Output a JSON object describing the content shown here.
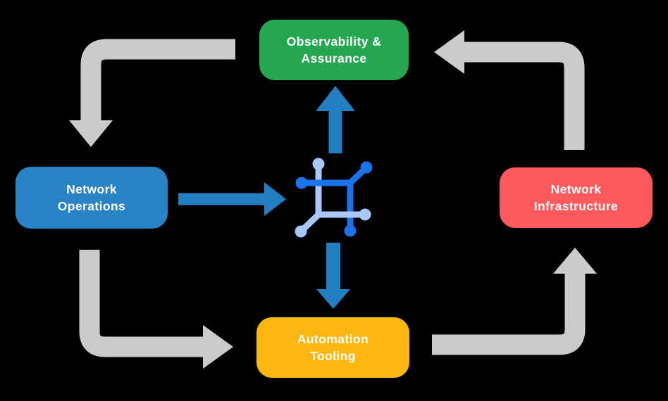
{
  "nodes": {
    "observability": {
      "label_line1": "Observability &",
      "label_line2": "Assurance"
    },
    "operations": {
      "label_line1": "Network",
      "label_line2": "Operations"
    },
    "infrastructure": {
      "label_line1": "Network",
      "label_line2": "Infrastructure"
    },
    "automation": {
      "label_line1": "Automation",
      "label_line2": "Tooling"
    }
  },
  "icon": {
    "name": "network-node-icon"
  },
  "colors": {
    "background": "#000000",
    "observability_green": "#27A652",
    "operations_blue": "#2783C3",
    "infrastructure_red": "#FC5A5D",
    "automation_yellow": "#FCB811",
    "cycle_arrow_gray": "#CBCBCB",
    "flow_arrow_blue": "#2280C2",
    "icon_dark_blue": "#1A73E8",
    "icon_light_blue": "#A9C8F9",
    "label_text": "#FFFFFF"
  }
}
